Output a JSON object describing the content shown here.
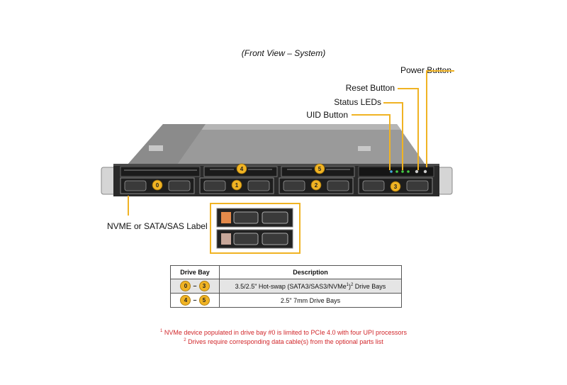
{
  "title": "(Front View – System)",
  "callouts": {
    "power": "Power Button",
    "reset": "Reset Button",
    "status": "Status LEDs",
    "uid": "UID Button",
    "label": "NVME or SATA/SAS Label"
  },
  "drive_badges": [
    "0",
    "1",
    "2",
    "3",
    "4",
    "5"
  ],
  "table": {
    "headers": [
      "Drive Bay",
      "Description"
    ],
    "rows": [
      {
        "from": "0",
        "to": "3",
        "desc_pre": "3.5/2.5\" Hot-swap (SATA3/SAS3/NVMe",
        "sup1": "1",
        "desc_mid": ")",
        "sup2": "2",
        "desc_post": " Drive Bays"
      },
      {
        "from": "4",
        "to": "5",
        "desc_pre": "2.5\" 7mm Drive Bays",
        "sup1": "",
        "desc_mid": "",
        "sup2": "",
        "desc_post": ""
      }
    ]
  },
  "footnotes": [
    {
      "num": "1",
      "text": " NVMe device populated in drive bay #0 is limited to PCIe 4.0 with four UPI processors"
    },
    {
      "num": "2",
      "text": " Drives require corresponding data cable(s) from the optional parts list"
    }
  ],
  "colors": {
    "callout_line": "#f0b323",
    "footnote": "#d1262a"
  }
}
